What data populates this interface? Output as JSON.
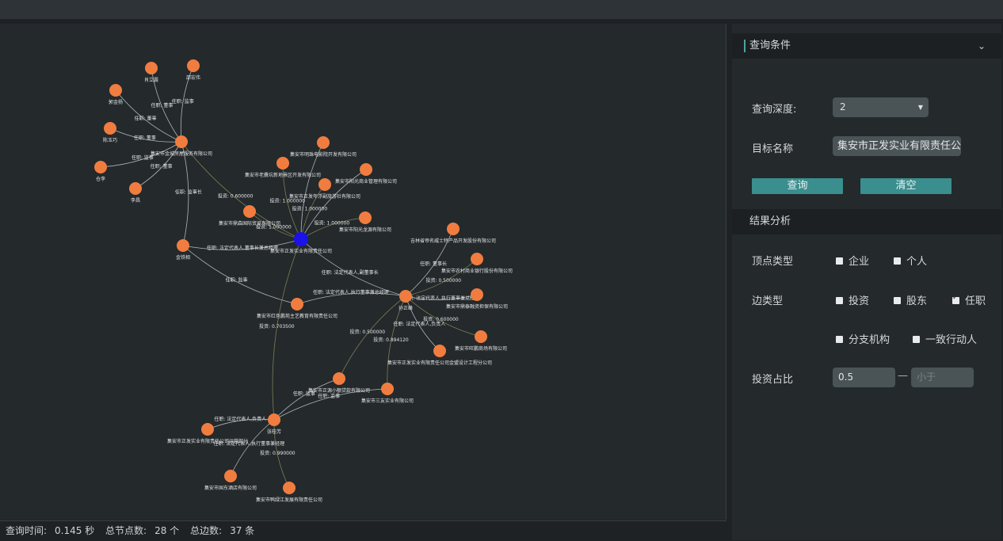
{
  "query_panel": {
    "header": "查询条件",
    "collapse_icon": "chevron-down-icon",
    "depth_label": "查询深度:",
    "depth_value": "2",
    "target_label": "目标名称",
    "target_value": "集安市正发实业有限责任公司",
    "query_button": "查询",
    "clear_button": "清空"
  },
  "analysis": {
    "header": "结果分析",
    "vertex_label": "顶点类型",
    "vertex_types": [
      {
        "label": "企业",
        "checked": false
      },
      {
        "label": "个人",
        "checked": false
      }
    ],
    "edge_label": "边类型",
    "edge_types": [
      {
        "label": "投资",
        "checked": false
      },
      {
        "label": "股东",
        "checked": false
      },
      {
        "label": "任职",
        "checked": true
      },
      {
        "label": "分支机构",
        "checked": false
      },
      {
        "label": "一致行动人",
        "checked": false
      }
    ],
    "ratio_label": "投资占比",
    "ratio_min": "0.5",
    "ratio_sep": "—",
    "ratio_max_placeholder": "小于"
  },
  "status": {
    "time_label": "查询时间:",
    "time_value": "0.145 秒",
    "nodes_label": "总节点数:",
    "nodes_value": "28 个",
    "edges_label": "总边数:",
    "edges_value": "37 条"
  },
  "graph": {
    "node_color": "#f07d3f",
    "center_color": "#1a12e8",
    "nodes": [
      {
        "id": 0,
        "label": "集安市正发实业有限责任公司",
        "center": true
      },
      {
        "id": 1,
        "label": "集安市金城房屋服务有限公司"
      },
      {
        "id": 2,
        "label": "肖立震"
      },
      {
        "id": 3,
        "label": "邵宏伟"
      },
      {
        "id": 4,
        "label": "郭金杨"
      },
      {
        "id": 5,
        "label": "陈玉巧"
      },
      {
        "id": 6,
        "label": "仓李"
      },
      {
        "id": 7,
        "label": "李昌"
      },
      {
        "id": 8,
        "label": "金铁相"
      },
      {
        "id": 9,
        "label": "集安市明珠电影院开发有限公司"
      },
      {
        "id": 10,
        "label": "集安市老爨坑新地景区开发有限公司"
      },
      {
        "id": 11,
        "label": "集安市阳光商业管理有限公司"
      },
      {
        "id": 12,
        "label": "集安市正发年浮副旅游社有限公司"
      },
      {
        "id": 13,
        "label": "集安市鼎森国际贸易有限公司"
      },
      {
        "id": 14,
        "label": "集安市阳光龙源有限公司"
      },
      {
        "id": 15,
        "label": "吉林省帝名威士特产品开发股份有限公司"
      },
      {
        "id": 16,
        "label": "集安市农村商业银行股份有限公司"
      },
      {
        "id": 17,
        "label": "集安市鼎泰融资担保有限公司"
      },
      {
        "id": 18,
        "label": "孙正峰"
      },
      {
        "id": 19,
        "label": "集安市红色鹏苑主艺教育有限责任公司"
      },
      {
        "id": 20,
        "label": "集安市旺鹏商场有限公司"
      },
      {
        "id": 21,
        "label": "集安市正发实业有限责任公司金盟设计工程分公司"
      },
      {
        "id": 22,
        "label": "集安市正源小额贷款有限公司"
      },
      {
        "id": 23,
        "label": "集安市三友实业有限公司"
      },
      {
        "id": 24,
        "label": "张桂芳"
      },
      {
        "id": 25,
        "label": "集安市正发实业有限责任公司运营部分"
      },
      {
        "id": 26,
        "label": "集安市国东酒店有限公司"
      },
      {
        "id": 27,
        "label": "集安市鸭绿江发展有限责任公司"
      }
    ],
    "edges": [
      {
        "from": 2,
        "to": 1,
        "label": "任职: 董事"
      },
      {
        "from": 3,
        "to": 1,
        "label": "任职: 监事"
      },
      {
        "from": 4,
        "to": 1,
        "label": "任职: 董事"
      },
      {
        "from": 5,
        "to": 1,
        "label": "任职: 董事"
      },
      {
        "from": 6,
        "to": 1,
        "label": "任职: 监事"
      },
      {
        "from": 7,
        "to": 1,
        "label": "任职: 董事"
      },
      {
        "from": 8,
        "to": 1,
        "label": "任职: 监事长"
      },
      {
        "from": 1,
        "to": 0,
        "label": "投资: 0.600000"
      },
      {
        "from": 9,
        "to": 0,
        "label": ""
      },
      {
        "from": 10,
        "to": 0,
        "label": "投资: 1.000000"
      },
      {
        "from": 11,
        "to": 0,
        "label": ""
      },
      {
        "from": 12,
        "to": 0,
        "label": "投资: 1.000000"
      },
      {
        "from": 13,
        "to": 0,
        "label": "投资: 1.000000"
      },
      {
        "from": 14,
        "to": 0,
        "label": "投资: 1.000000"
      },
      {
        "from": 8,
        "to": 0,
        "label": "任职: 法定代表人,董事长兼总经理"
      },
      {
        "from": 8,
        "to": 19,
        "label": "任职: 监事"
      },
      {
        "from": 0,
        "to": 18,
        "label": "任职: 法定代表人,副董事长"
      },
      {
        "from": 18,
        "to": 15,
        "label": "任职: 董事长"
      },
      {
        "from": 18,
        "to": 16,
        "label": "投资: 0.500000"
      },
      {
        "from": 18,
        "to": 17,
        "label": "任职: 法定代表人,执行董事兼总经理"
      },
      {
        "from": 18,
        "to": 20,
        "label": "投资: 0.600000"
      },
      {
        "from": 18,
        "to": 19,
        "label": "任职: 法定代表人,执行董事兼总经理"
      },
      {
        "from": 18,
        "to": 21,
        "label": "任职: 法定代表人,负责人"
      },
      {
        "from": 18,
        "to": 22,
        "label": "投资: 0.500000"
      },
      {
        "from": 18,
        "to": 23,
        "label": "投资: 0.894120"
      },
      {
        "from": 0,
        "to": 24,
        "label": "投资: 0.703500"
      },
      {
        "from": 22,
        "to": 24,
        "label": "任职: 监事"
      },
      {
        "from": 23,
        "to": 24,
        "label": "任职: 监事"
      },
      {
        "from": 24,
        "to": 25,
        "label": "任职: 法定代表人,负责人"
      },
      {
        "from": 24,
        "to": 26,
        "label": "任职: 法定代表人,执行董事兼经理"
      },
      {
        "from": 24,
        "to": 27,
        "label": "投资: 0.990000"
      }
    ]
  }
}
